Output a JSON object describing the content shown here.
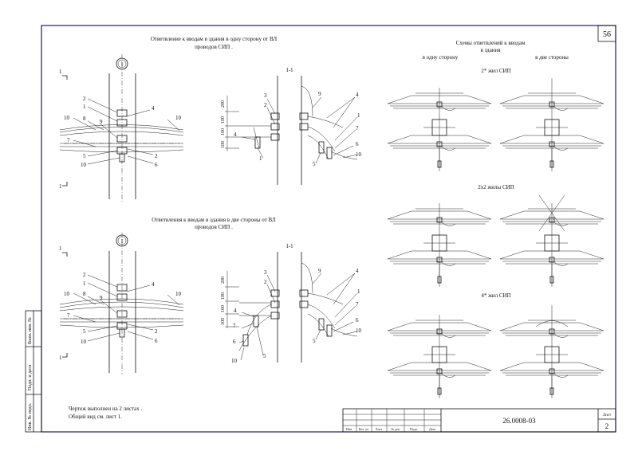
{
  "sheet_number": "56",
  "top_section": {
    "title_line1": "Ответвление к вводам в здания в одну сторону от ВЛ",
    "title_line2": "проводов СИП .",
    "section_mark": "I",
    "section_cut": "1",
    "view_label": "1-1",
    "dims": [
      "200",
      "100",
      "100",
      "100"
    ]
  },
  "bottom_section": {
    "title_line1": "Ответвления к вводам в здания в две стороны от ВЛ",
    "title_line2": "проводов СИП .",
    "section_mark": "I",
    "section_cut": "1",
    "view_label": "1-1",
    "dims": [
      "200",
      "100",
      "100",
      "100"
    ]
  },
  "callouts_left": [
    "2",
    "1",
    "10",
    "8",
    "9",
    "7",
    "5",
    "10",
    "4",
    "10",
    "2",
    "6"
  ],
  "callouts_right": [
    "3",
    "2",
    "9",
    "4",
    "1",
    "7",
    "6",
    "10",
    "4",
    "1",
    "5"
  ],
  "right_panel": {
    "title_line1": "Схемы ответвлений к вводам",
    "title_line2": "в здания",
    "col_one_side": "в одну сторону",
    "col_two_sides": "в две стороны",
    "group1": "2* жил СИП",
    "group2": "2х2 жилы СИП",
    "group3": "4* жил СИП"
  },
  "note_line1": "Чертеж выполнен на 2 листах .",
  "note_line2": "Общий вид см. лист 1.",
  "side_stamps": [
    "Взам. инв. №",
    "Подп. и дата",
    "Инв. № подл."
  ],
  "title_block": {
    "headers": [
      "Изм.",
      "Кол. уч",
      "Лист",
      "№ док.",
      "Подп.",
      "Дата"
    ],
    "doc_number": "26.0008-03",
    "sheet_label": "Лист",
    "sheet_value": "2"
  }
}
